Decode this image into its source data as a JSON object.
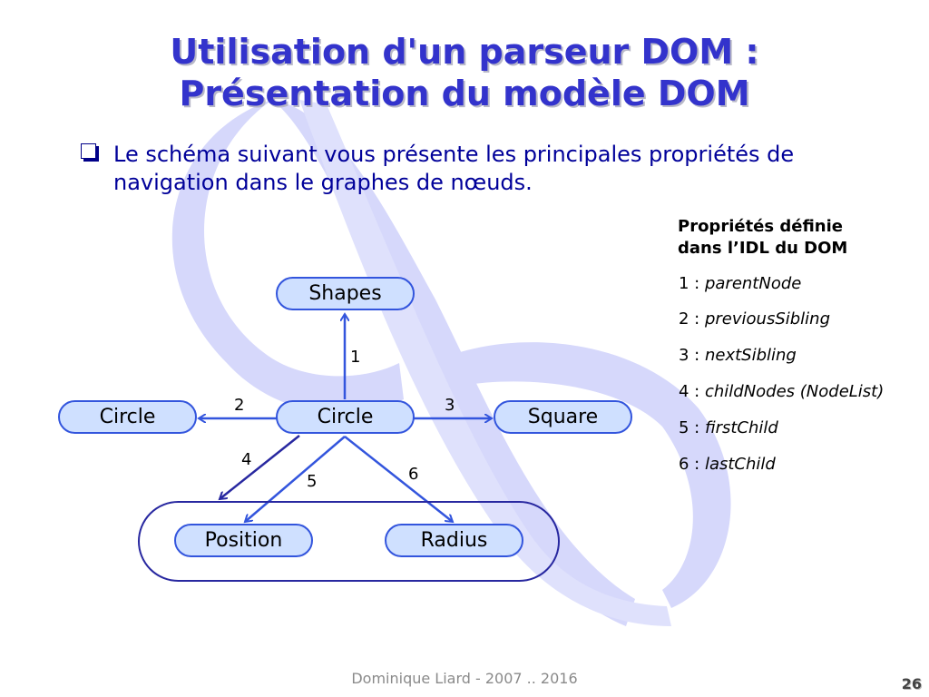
{
  "title": {
    "line1": "Utilisation d'un parseur DOM :",
    "line2": "Présentation du modèle DOM"
  },
  "bullet": {
    "text": "Le schéma suivant vous présente les principales propriétés de navigation dans le graphes de nœuds."
  },
  "properties": {
    "heading_line1": "Propriétés définie",
    "heading_line2": "dans l’IDL du DOM",
    "items": [
      {
        "num": "1 : ",
        "name": "parentNode"
      },
      {
        "num": "2 : ",
        "name": "previousSibling"
      },
      {
        "num": "3 : ",
        "name": "nextSibling"
      },
      {
        "num": "4 : ",
        "name": "childNodes  (NodeList)"
      },
      {
        "num": "5 : ",
        "name": "firstChild"
      },
      {
        "num": "6 : ",
        "name": "lastChild"
      }
    ]
  },
  "diagram": {
    "nodes": {
      "shapes": "Shapes",
      "circle_prev": "Circle",
      "circle": "Circle",
      "square": "Square",
      "position": "Position",
      "radius": "Radius"
    },
    "edge_labels": [
      "1",
      "2",
      "3",
      "4",
      "5",
      "6"
    ]
  },
  "colors": {
    "title": "#3333cc",
    "body_text": "#000099",
    "node_fill": "#cfe0ff",
    "node_border": "#3355dd",
    "group_border": "#2828a0",
    "watermark": "#d6d8fb"
  },
  "footer": {
    "author": "Dominique Liard - 2007 .. 2016",
    "page": "26"
  }
}
